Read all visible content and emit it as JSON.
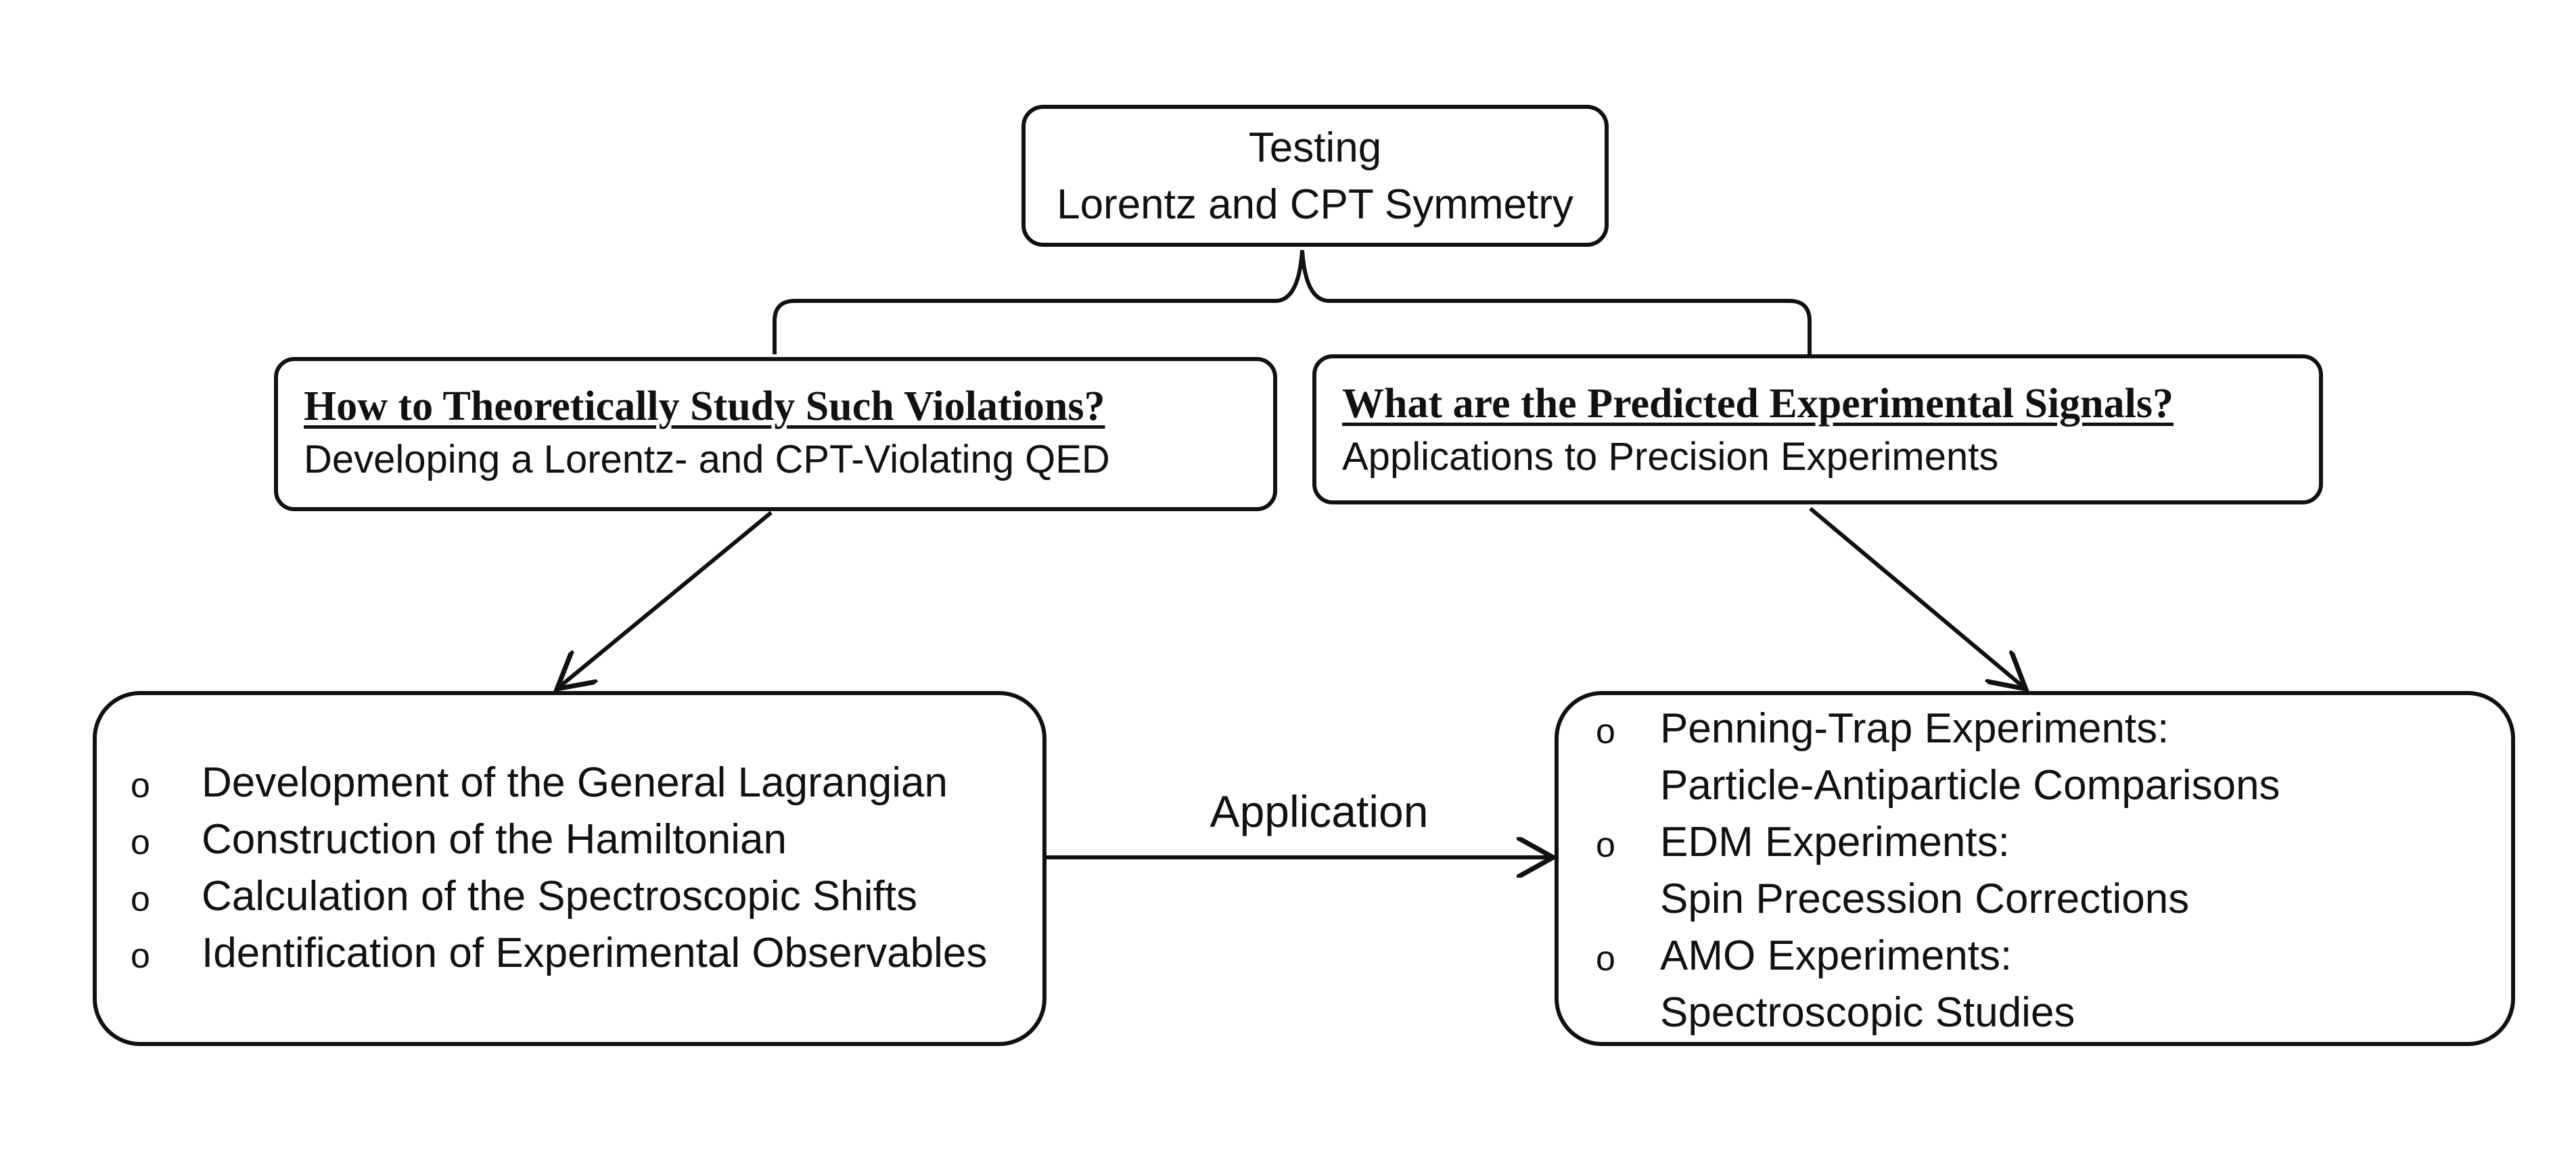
{
  "top": {
    "line1": "Testing",
    "line2": "Lorentz and CPT Symmetry"
  },
  "left_branch": {
    "heading": "How to Theoretically Study Such Violations?",
    "subheading": "Developing a Lorentz- and CPT-Violating QED"
  },
  "right_branch": {
    "heading": "What are the Predicted Experimental Signals?",
    "subheading": "Applications to Precision Experiments"
  },
  "theory_steps": {
    "bullet": "o",
    "items": [
      "Development of the General Lagrangian",
      "Construction of the Hamiltonian",
      "Calculation of the Spectroscopic Shifts",
      "Identification of Experimental Observables"
    ]
  },
  "experiments": {
    "bullet": "o",
    "items": [
      {
        "title": "Penning-Trap Experiments",
        "suffix": ":",
        "detail": "Particle-Antiparticle Comparisons"
      },
      {
        "title": "EDM Experiments:",
        "suffix": "",
        "detail": "Spin Precession Corrections"
      },
      {
        "title": "AMO Experiments:",
        "suffix": "",
        "detail": "Spectroscopic Studies"
      }
    ]
  },
  "connector_label": "Application"
}
